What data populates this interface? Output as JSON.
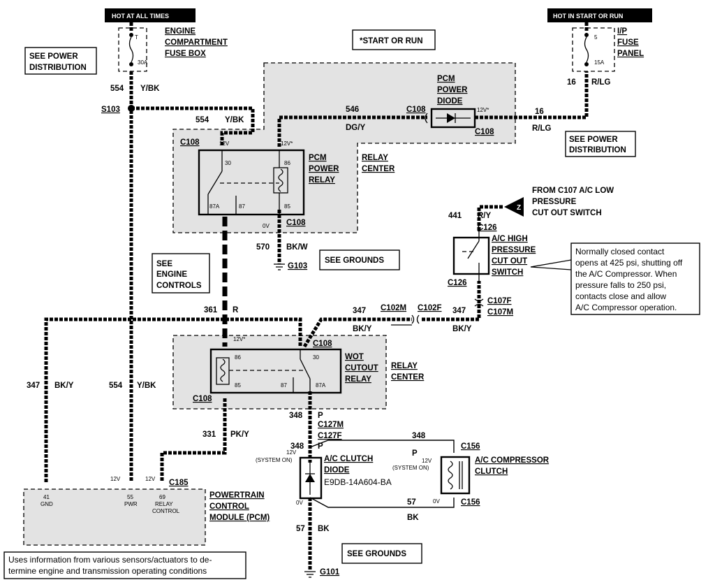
{
  "labels": {
    "hot_all": "HOT AT ALL TIMES",
    "hot_start": "HOT IN START OR RUN",
    "engine_fuse_box": [
      "ENGINE",
      "COMPARTMENT",
      "FUSE BOX"
    ],
    "fuse_t": "T",
    "fuse_30a": "30A",
    "ip_fuse_panel": [
      "I/P",
      "FUSE",
      "PANEL"
    ],
    "fuse_5": "5",
    "fuse_15a": "15A",
    "see_power_dist_left": [
      "SEE POWER",
      "DISTRIBUTION"
    ],
    "see_power_dist_right": [
      "SEE POWER",
      "DISTRIBUTION"
    ],
    "start_or_run": "*START OR RUN",
    "pcm_power_diode": [
      "PCM",
      "POWER",
      "DIODE"
    ],
    "pcm_power_relay": [
      "PCM",
      "POWER",
      "RELAY"
    ],
    "relay_center_top": [
      "RELAY",
      "CENTER"
    ],
    "relay_center_bottom": [
      "RELAY",
      "CENTER"
    ],
    "wot_cutout_relay": [
      "WOT",
      "CUTOUT",
      "RELAY"
    ],
    "from_c107": [
      "FROM C107 A/C LOW",
      "PRESSURE",
      "CUT OUT SWITCH"
    ],
    "connector_z": "Z",
    "ac_high_pressure": [
      "A/C HIGH",
      "PRESSURE",
      "CUT OUT",
      "SWITCH"
    ],
    "note_lines": [
      "Normally closed contact",
      "opens at 425 psi, shutting off",
      "the A/C Compressor. When",
      "pressure falls to 250 psi,",
      "contacts close and allow",
      "A/C Compressor operation."
    ],
    "see_engine_controls": [
      "SEE",
      "ENGINE",
      "CONTROLS"
    ],
    "see_grounds_top": "SEE GROUNDS",
    "see_grounds_bottom": "SEE GROUNDS",
    "ac_clutch_diode": [
      "A/C CLUTCH",
      "DIODE"
    ],
    "diode_part": "E9DB-14A604-BA",
    "ac_compressor_clutch": [
      "A/C COMPRESSOR",
      "CLUTCH"
    ],
    "pcm_title": [
      "POWERTRAIN",
      "CONTROL",
      "MODULE (PCM)"
    ],
    "pcm_pins": [
      {
        "num": "41",
        "name": "GND"
      },
      {
        "num": "55",
        "name": "PWR"
      },
      {
        "num": "69",
        "name": "RELAY"
      }
    ],
    "pcm_pin_control": "CONTROL",
    "bottom_note": [
      "Uses information from various sensors/actuators to de-",
      "termine engine and transmission operating conditions"
    ],
    "system_on": "(SYSTEM ON)",
    "g101": "G101",
    "g103": "G103",
    "s103": "S103"
  },
  "wires": {
    "w554_top": {
      "num": "554",
      "color": "Y/BK"
    },
    "w554_relay": {
      "num": "554",
      "color": "Y/BK"
    },
    "w546": {
      "num": "546",
      "color": "DG/Y"
    },
    "w16_top": {
      "num": "16",
      "color": "R/LG"
    },
    "w16_mid": {
      "num": "16",
      "color": "R/LG"
    },
    "w570": {
      "num": "570",
      "color": "BK/W"
    },
    "w441": {
      "num": "441",
      "color": "R/Y"
    },
    "w361": {
      "num": "361",
      "color": "R"
    },
    "w347_right": {
      "num": "347",
      "color": "BK/Y"
    },
    "w347_mid": {
      "num": "347",
      "color": "BK/Y"
    },
    "w347_left": {
      "num": "347",
      "color": "BK/Y"
    },
    "w554_left": {
      "num": "554",
      "color": "Y/BK"
    },
    "w331": {
      "num": "331",
      "color": "PK/Y"
    },
    "w348_a": {
      "num": "348",
      "color": "P"
    },
    "w348_b": {
      "num": "348",
      "color": "P"
    },
    "w348_c": {
      "num": "348",
      "color": "P"
    },
    "w57_a": {
      "num": "57",
      "color": "BK"
    },
    "w57_b": {
      "num": "57",
      "color": "BK"
    }
  },
  "connectors": {
    "c108": "C108",
    "c126": "C126",
    "c107f": "C107F",
    "c107m": "C107M",
    "c102m": "C102M",
    "c102f": "C102F",
    "c127m": "C127M",
    "c127f": "C127F",
    "c156": "C156",
    "c185": "C185"
  },
  "pins": {
    "p30": "30",
    "p86": "86",
    "p85": "85",
    "p87a": "87A",
    "p87": "87",
    "v12": "12V",
    "v12star": "12V*",
    "v0": "0V"
  }
}
